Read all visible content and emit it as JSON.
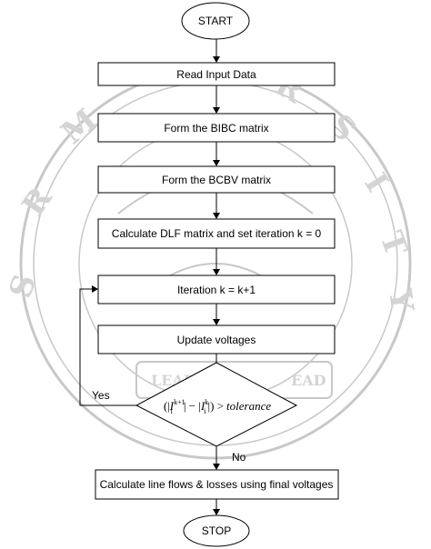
{
  "watermark": {
    "seal_text": "SRM UNIVERSITY",
    "motto": "LEARN LEAP LEAD"
  },
  "flowchart": {
    "start_label": "START",
    "read_input_label": "Read Input Data",
    "bibc_label": "Form the BIBC matrix",
    "bcbv_label": "Form the BCBV matrix",
    "dlf_label": "Calculate DLF matrix and set iteration k = 0",
    "iteration_label": "Iteration k = k+1",
    "update_label": "Update voltages",
    "condition": {
      "open": "(|",
      "var1": "I",
      "var1_sub": "i",
      "var1_sup": "k+1",
      "mid": "| − |",
      "var2": "I",
      "var2_sub": "i",
      "var2_sup": "k",
      "close": "|) >",
      "tolerance": "tolerance"
    },
    "yes_label": "Yes",
    "no_label": "No",
    "final_label": "Calculate line flows & losses using final voltages",
    "stop_label": "STOP"
  }
}
